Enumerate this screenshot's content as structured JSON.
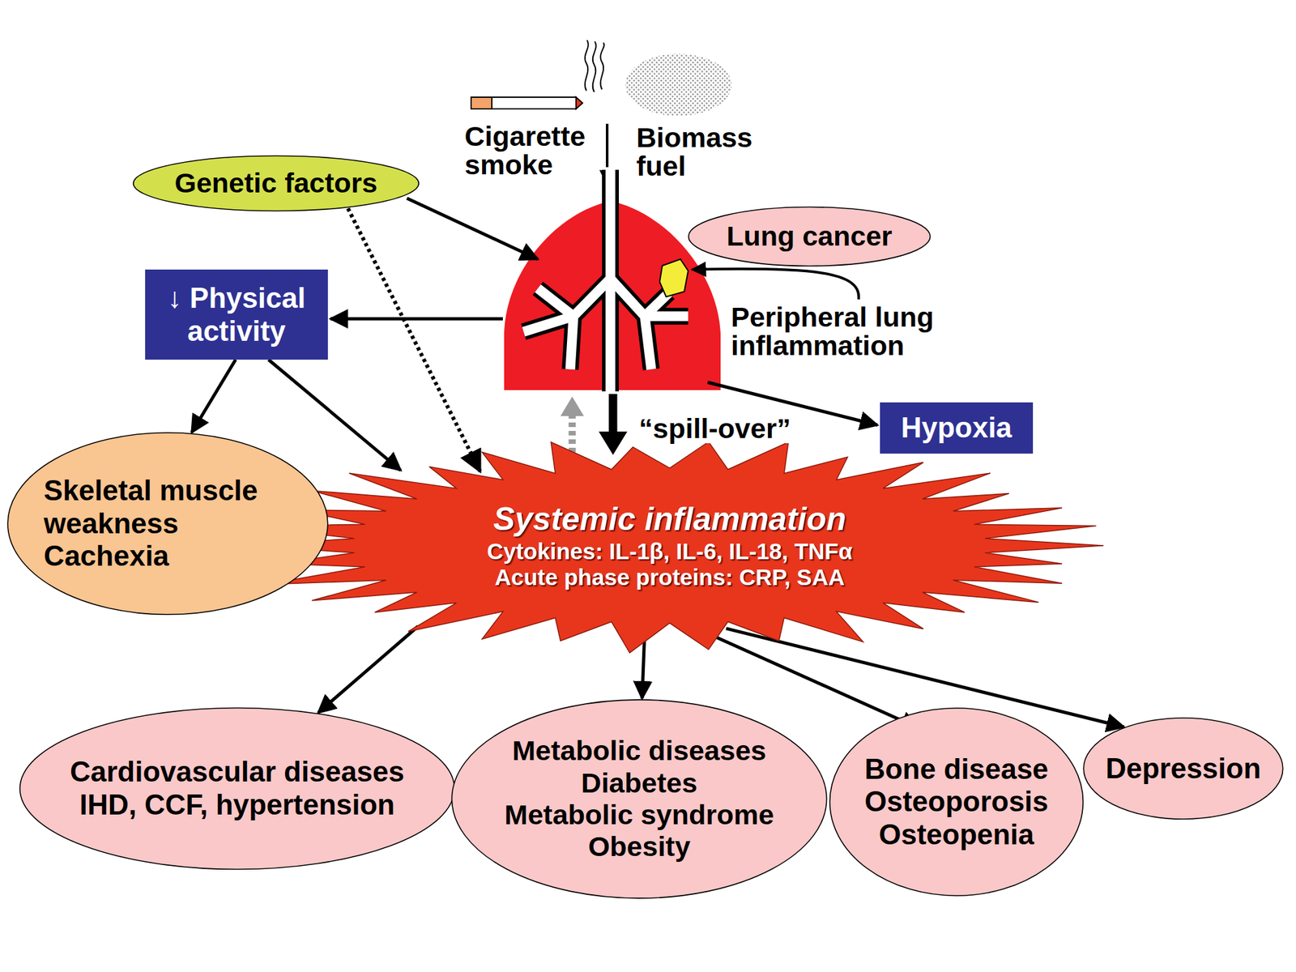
{
  "diagram": {
    "nodes": [
      {
        "text": [
          "Genetic factors"
        ]
      },
      {
        "text": [
          "Lung cancer"
        ]
      },
      {
        "text": [
          "↓ Physical activity"
        ]
      },
      {
        "text": [
          "Hypoxia"
        ]
      },
      {
        "text": [
          "Systemic inflammation",
          "Cytokines: IL-1β, IL-6, IL-18, TNFα",
          "Acute phase proteins: CRP, SAA"
        ]
      },
      {
        "text": [
          "Skeletal muscle weakness",
          "Cachexia"
        ]
      },
      {
        "text": [
          "Cardiovascular diseases",
          "IHD, CCF, hypertension"
        ]
      },
      {
        "text": [
          "Metabolic diseases",
          "Diabetes",
          "Metabolic syndrome",
          "Obesity"
        ]
      },
      {
        "text": [
          "Bone disease",
          "Osteoporosis",
          "Osteopenia"
        ]
      },
      {
        "text": [
          "Depression"
        ]
      }
    ],
    "edges": [
      {
        "from": 0,
        "to": 4,
        "arrow": "to"
      },
      {
        "from": 2,
        "to": 5,
        "arrow": "to"
      },
      {
        "from": 2,
        "to": 4,
        "arrow": "to"
      },
      {
        "from": 4,
        "to": 6,
        "arrow": "to"
      },
      {
        "from": 4,
        "to": 7,
        "arrow": "to"
      },
      {
        "from": 4,
        "to": 8,
        "arrow": "to"
      },
      {
        "from": 4,
        "to": 9,
        "arrow": "to"
      }
    ],
    "labels": [
      "Cigarette smoke",
      "Biomass fuel",
      "Peripheral lung inflammation",
      "“spill-over”"
    ]
  }
}
